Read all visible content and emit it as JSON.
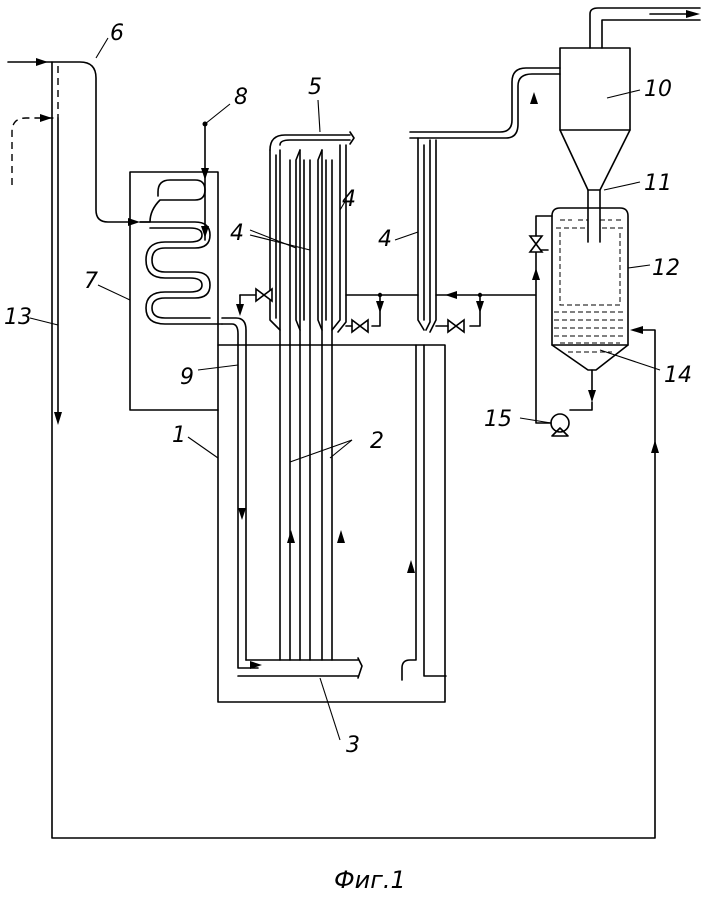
{
  "labels": [
    {
      "id": "1",
      "text": "1"
    },
    {
      "id": "2",
      "text": "2"
    },
    {
      "id": "3",
      "text": "3"
    },
    {
      "id": "4a",
      "text": "4"
    },
    {
      "id": "4b",
      "text": "4"
    },
    {
      "id": "4c",
      "text": "4"
    },
    {
      "id": "5",
      "text": "5"
    },
    {
      "id": "6",
      "text": "6"
    },
    {
      "id": "7",
      "text": "7"
    },
    {
      "id": "8",
      "text": "8"
    },
    {
      "id": "9",
      "text": "9"
    },
    {
      "id": "10",
      "text": "10"
    },
    {
      "id": "11",
      "text": "11"
    },
    {
      "id": "12",
      "text": "12"
    },
    {
      "id": "13",
      "text": "13"
    },
    {
      "id": "14",
      "text": "14"
    },
    {
      "id": "15",
      "text": "15"
    }
  ],
  "caption": "Фиг.1",
  "colors": {
    "line": "#000000",
    "background": "#ffffff"
  }
}
